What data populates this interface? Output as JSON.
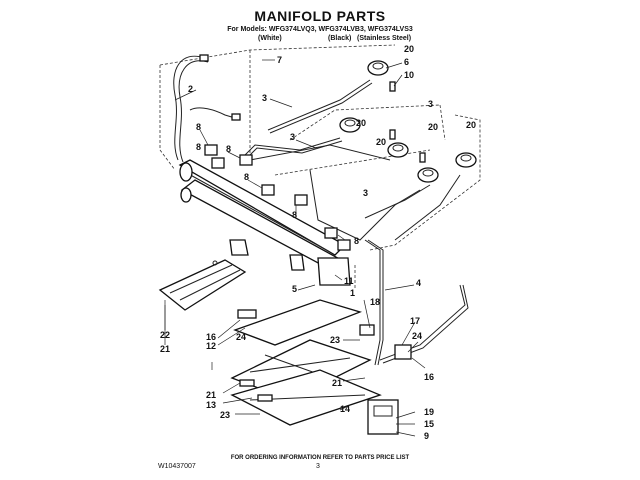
{
  "header": {
    "title": "MANIFOLD PARTS",
    "models": "For Models: WFG374LVQ3, WFG374LVB3, WFG374LVS3",
    "finishes": [
      "(White)",
      "(Black)",
      "(Stainless Steel)"
    ]
  },
  "callouts": {
    "c1": "1",
    "c2": "2",
    "c3a": "3",
    "c3b": "3",
    "c3c": "3",
    "c3d": "3",
    "c4": "4",
    "c5": "5",
    "c6": "6",
    "c7": "7",
    "c8a": "8",
    "c8b": "8",
    "c8c": "8",
    "c8d": "8",
    "c8e": "8",
    "c8f": "8",
    "c9": "9",
    "c10": "10",
    "c11": "11",
    "c12": "12",
    "c13": "13",
    "c14": "14",
    "c15": "15",
    "c16a": "16",
    "c16b": "16",
    "c17": "17",
    "c18": "18",
    "c19": "19",
    "c20a": "20",
    "c20b": "20",
    "c20c": "20",
    "c20d": "20",
    "c20e": "20",
    "c21a": "21",
    "c21b": "21",
    "c21c": "21",
    "c22": "22",
    "c23a": "23",
    "c23b": "23",
    "c24a": "24",
    "c24b": "24"
  },
  "footer": {
    "note": "FOR ORDERING INFORMATION REFER TO PARTS PRICE LIST",
    "doc_number": "W10437007",
    "page_number": "3"
  }
}
